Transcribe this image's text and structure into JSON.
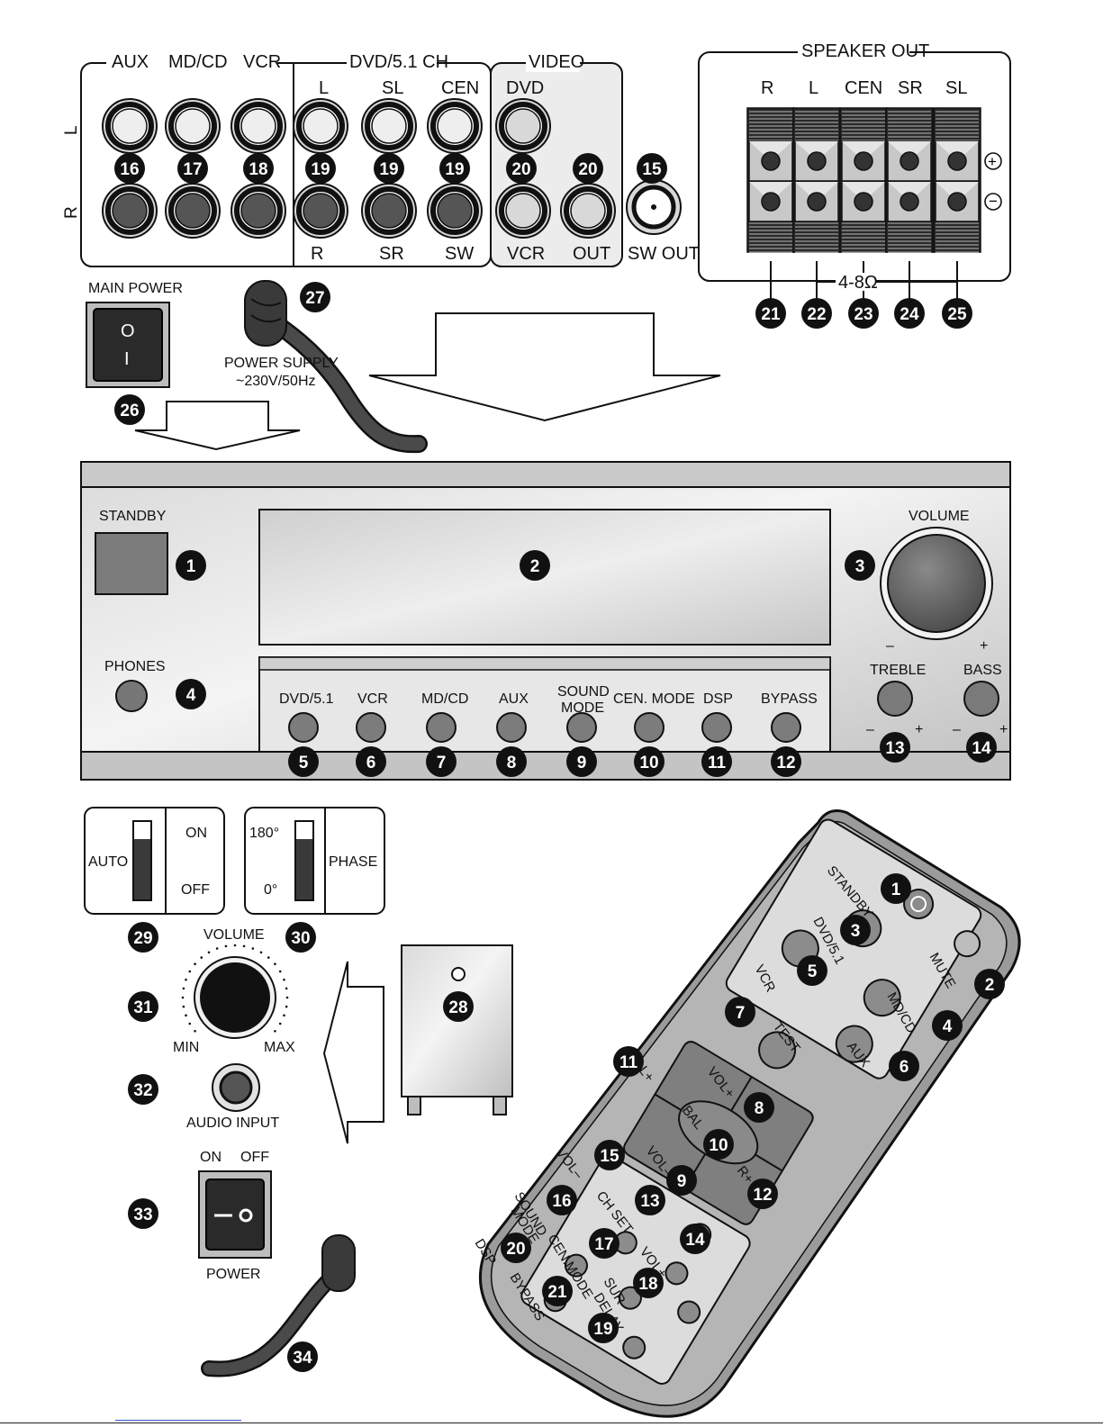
{
  "rear_inputs": {
    "groups": [
      "AUX",
      "MD/CD",
      "VCR",
      "DVD/5.1 CH",
      "VIDEO"
    ],
    "row_labels": [
      "L",
      "R"
    ],
    "top_labels": [
      "L",
      "SL",
      "CEN",
      "DVD"
    ],
    "bottom_labels": [
      "R",
      "SR",
      "SW",
      "VCR",
      "OUT",
      "SW OUT"
    ],
    "callouts": [
      "16",
      "17",
      "18",
      "19",
      "19",
      "19",
      "20",
      "20",
      "15"
    ]
  },
  "speaker_out": {
    "title": "SPEAKER OUT",
    "channels": [
      "R",
      "L",
      "CEN",
      "SR",
      "SL"
    ],
    "impedance": "4-8Ω",
    "plus": "+",
    "minus": "−",
    "callouts": [
      "21",
      "22",
      "23",
      "24",
      "25"
    ]
  },
  "main_power": {
    "title": "MAIN POWER",
    "switch_on": "O",
    "switch_off": "I",
    "callout": "26"
  },
  "power_supply": {
    "label": "POWER SUPPLY",
    "spec": "~230V/50Hz",
    "callout": "27"
  },
  "front_panel": {
    "standby_label": "STANDBY",
    "phones_label": "PHONES",
    "volume_label": "VOLUME",
    "volume_minus": "–",
    "volume_plus": "+",
    "buttons": [
      "DVD/5.1",
      "VCR",
      "MD/CD",
      "AUX",
      "SOUND",
      "MODE",
      "CEN. MODE",
      "DSP",
      "BYPASS"
    ],
    "treble_label": "TREBLE",
    "bass_label": "BASS",
    "knob_minus": "–",
    "knob_plus": "+",
    "callouts": [
      "1",
      "2",
      "3",
      "4",
      "5",
      "6",
      "7",
      "8",
      "9",
      "10",
      "11",
      "12",
      "13",
      "14"
    ]
  },
  "subwoofer": {
    "auto_label": "AUTO",
    "on_label": "ON",
    "off_label": "OFF",
    "phase_180": "180°",
    "phase_0": "0°",
    "phase_label": "PHASE",
    "volume_label": "VOLUME",
    "min_label": "MIN",
    "max_label": "MAX",
    "audio_input_label": "AUDIO INPUT",
    "power_on": "ON",
    "power_off": "OFF",
    "power_label": "POWER",
    "switch_off_mark": "O",
    "switch_on_mark": "I",
    "callouts": [
      "28",
      "29",
      "30",
      "31",
      "32",
      "33",
      "34"
    ]
  },
  "remote": {
    "labels": [
      "STANDBY",
      "DVD/5.1",
      "VCR",
      "MUTE",
      "MD/CD",
      "AUX",
      "TEST",
      "L+",
      "VOL+",
      "BAL",
      "VOL–",
      "R+",
      "VOL–",
      "CH SET",
      "VOL+",
      "SOUND",
      "MODE",
      "CEN.MODE",
      "DSP",
      "BYPASS",
      "SUR",
      "DELAY"
    ],
    "callouts": [
      "1",
      "2",
      "3",
      "4",
      "5",
      "6",
      "7",
      "8",
      "9",
      "10",
      "11",
      "12",
      "13",
      "14",
      "15",
      "16",
      "17",
      "18",
      "19",
      "20",
      "21"
    ]
  }
}
